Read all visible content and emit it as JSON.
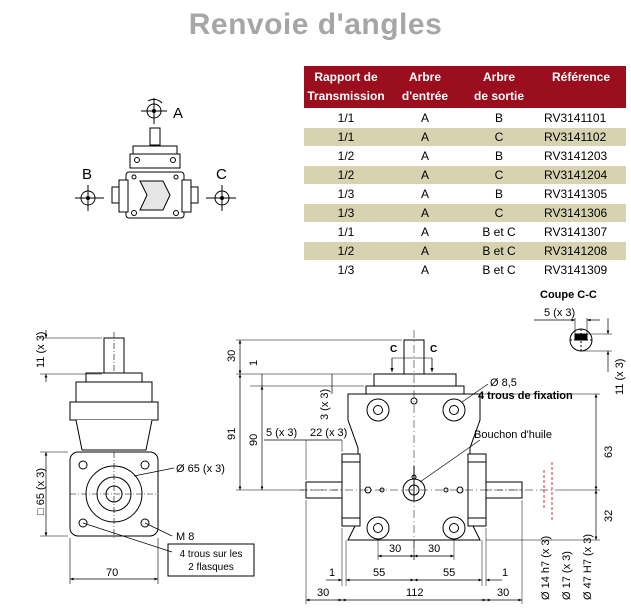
{
  "title": "Renvoie d'angles",
  "table": {
    "headers": [
      [
        "Rapport de",
        "Transmission"
      ],
      [
        "Arbre",
        "d'entrée"
      ],
      [
        "Arbre",
        "de sortie"
      ],
      [
        "Référence"
      ]
    ],
    "rows": [
      [
        "1/1",
        "A",
        "B",
        "RV3141101"
      ],
      [
        "1/1",
        "A",
        "C",
        "RV3141102"
      ],
      [
        "1/2",
        "A",
        "B",
        "RV3141203"
      ],
      [
        "1/2",
        "A",
        "C",
        "RV3141204"
      ],
      [
        "1/3",
        "A",
        "B",
        "RV3141305"
      ],
      [
        "1/3",
        "A",
        "C",
        "RV3141306"
      ],
      [
        "1/1",
        "A",
        "B et C",
        "RV3141307"
      ],
      [
        "1/2",
        "A",
        "B et C",
        "RV3141208"
      ],
      [
        "1/3",
        "A",
        "B et C",
        "RV3141309"
      ]
    ]
  },
  "schematic": {
    "shaft_a": "A",
    "shaft_b": "B",
    "shaft_c": "C"
  },
  "coupe": {
    "title": "Coupe C-C",
    "key": "5 (x 3)",
    "height": "11 (x 3)"
  },
  "left_view": {
    "dim_11": "11 (x 3)",
    "dim_65sq": "□ 65 (x 3)",
    "dim_phi65": "Ø 65 (x 3)",
    "thread": "M 8",
    "note_line1": "4 trous sur les",
    "note_line2": "2 flasques",
    "dim_70": "70"
  },
  "front_view": {
    "dim_30_top": "30",
    "dim_1_top": "1",
    "dim_91": "91",
    "dim_90": "90",
    "dim_3": "3 (x 3)",
    "dim_5": "5 (x 3)",
    "dim_22": "22 (x 3)",
    "section_mark": "C",
    "hole_dia": "Ø 8,5",
    "hole_note": "4 trous de fixation",
    "oil_plug": "Bouchon d'huile",
    "dim_63": "63",
    "dim_32": "32",
    "dim_30a": "30",
    "dim_30b": "30",
    "dim_1_left": "1",
    "dim_55_left": "55",
    "dim_55_right": "55",
    "dim_1_right": "1",
    "dim_30_bl": "30",
    "dim_112": "112",
    "dim_30_br": "30",
    "dia_14": "Ø 14 h7 (x 3)",
    "dia_17": "Ø 17 (x 3)",
    "dia_47": "Ø 47 H7 (x 3)"
  }
}
